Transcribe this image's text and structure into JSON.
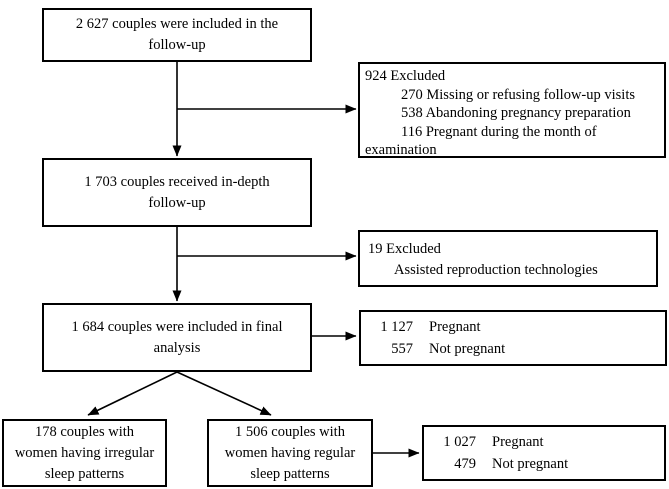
{
  "diagram": {
    "boxes": {
      "followup": {
        "lines": [
          "2 627 couples  were included in the",
          "follow-up"
        ]
      },
      "excluded924": {
        "header": "924  Excluded",
        "items": [
          "270 Missing or refusing follow-up visits",
          "538 Abandoning  pregnancy  preparation",
          "116 Pregnant during the month of"
        ],
        "continuation": "examination"
      },
      "indepth": {
        "lines": [
          "1 703 couples received in-depth",
          "follow-up"
        ]
      },
      "excluded19": {
        "header": "19 Excluded",
        "item": "Assisted reproduction technologies"
      },
      "final": {
        "lines": [
          "1 684  couples were included in final",
          "analysis"
        ]
      },
      "outcome1684": {
        "rows": [
          {
            "n": "1 127",
            "label": "Pregnant"
          },
          {
            "n": "557",
            "label": "Not pregnant"
          }
        ]
      },
      "irregular": {
        "lines": [
          "178 couples with",
          "women having irregular",
          "sleep patterns"
        ]
      },
      "regular": {
        "lines": [
          "1 506 couples with",
          "women having regular",
          "sleep patterns"
        ]
      },
      "outcome1506": {
        "rows": [
          {
            "n": "1 027",
            "label": "Pregnant"
          },
          {
            "n": "479",
            "label": "Not pregnant"
          }
        ]
      }
    }
  }
}
